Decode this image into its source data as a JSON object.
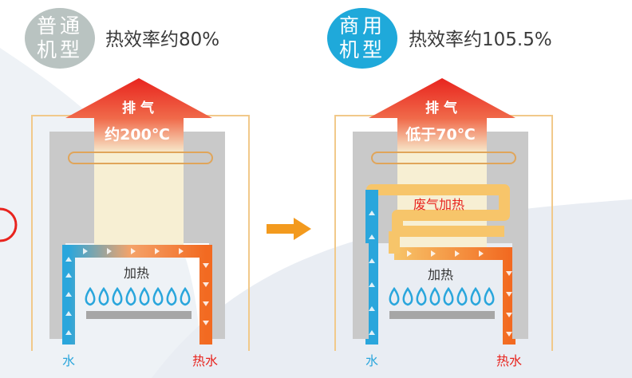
{
  "left_panel": {
    "badge_line1": "普通",
    "badge_line2": "机型",
    "efficiency": "热效率约80%",
    "exhaust_label": "排 气",
    "exhaust_temp": "约200℃",
    "heating_label": "加热",
    "cold_water_label": "水",
    "hot_water_label": "热水"
  },
  "right_panel": {
    "badge_line1": "商用",
    "badge_line2": "机型",
    "efficiency": "热效率约105.5%",
    "exhaust_label": "排 气",
    "exhaust_temp": "低于70℃",
    "waste_heat_label": "废气加热",
    "heating_label": "加热",
    "cold_water_label": "水",
    "hot_water_label": "热水"
  },
  "colors": {
    "exhaust_red": "#e8241e",
    "hot_orange": "#f26a21",
    "cold_blue": "#2aa6dc",
    "badge_grey": "#b9c3c1",
    "badge_blue": "#1fa9da",
    "flow_arrow": "#f39a1e",
    "casing": "#c9c9c9",
    "frame_line": "#f1c98a"
  }
}
